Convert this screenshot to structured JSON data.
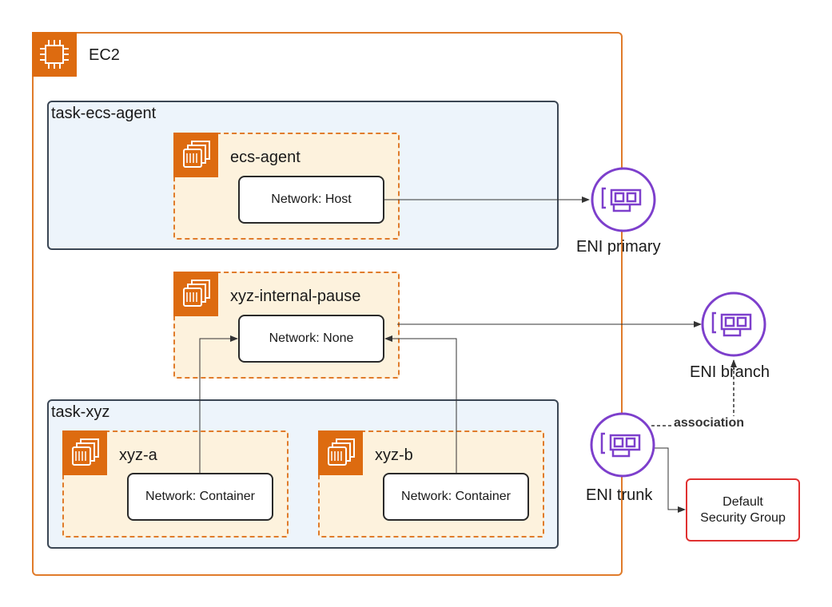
{
  "ec2": {
    "label": "EC2"
  },
  "tasks": {
    "ecs_agent": {
      "label": "task-ecs-agent"
    },
    "xyz": {
      "label": "task-xyz"
    }
  },
  "containers": {
    "ecs_agent": {
      "name": "ecs-agent",
      "network": "Network: Host"
    },
    "pause": {
      "name": "xyz-internal-pause",
      "network": "Network: None"
    },
    "xyz_a": {
      "name": "xyz-a",
      "network": "Network: Container"
    },
    "xyz_b": {
      "name": "xyz-b",
      "network": "Network: Container"
    }
  },
  "enis": {
    "primary": {
      "label": "ENI primary"
    },
    "branch": {
      "label": "ENI branch"
    },
    "trunk": {
      "label": "ENI trunk"
    }
  },
  "association": {
    "label": "association"
  },
  "security_group": {
    "line1": "Default",
    "line2": "Security Group"
  },
  "colors": {
    "ec2_orange": "#dd6b10",
    "eni_purple": "#7d3fcc",
    "sg_red": "#e03131",
    "task_bg": "#edf4fb",
    "container_bg": "#fdf2dd"
  },
  "icons": {
    "ec2": "chip-icon",
    "container": "stacked-containers-icon",
    "eni": "network-card-icon"
  }
}
